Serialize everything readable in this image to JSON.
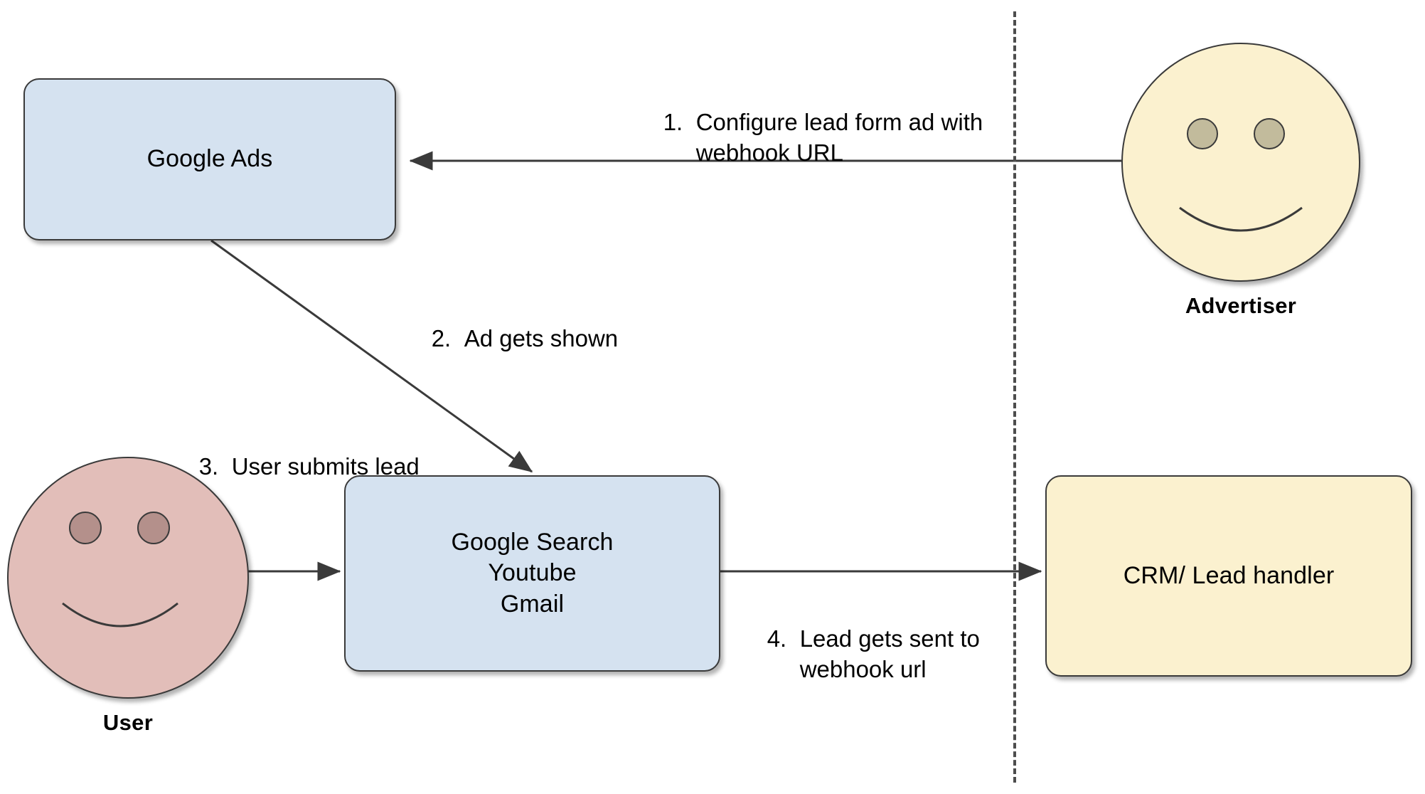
{
  "diagram": {
    "title": "Google Ads lead form webhook flow",
    "colors": {
      "box_blue": "#d5e2f0",
      "box_cream": "#fbf1cf",
      "face_advertiser": "#fbf1cf",
      "face_user": "#e2beb9",
      "eye_advertiser": "#c2bb9c",
      "eye_user": "#b4908b",
      "stroke": "#3a3a3a",
      "divider": "#4d4d4d",
      "background": "#ffffff"
    },
    "nodes": [
      {
        "id": "google-ads",
        "label": "Google Ads",
        "shape": "rounded-rect",
        "fill": "#d5e2f0"
      },
      {
        "id": "google-surfaces",
        "label": "Google Search\nYoutube\nGmail",
        "shape": "rounded-rect",
        "fill": "#d5e2f0"
      },
      {
        "id": "crm",
        "label": "CRM/ Lead handler",
        "shape": "rounded-rect",
        "fill": "#fbf1cf"
      }
    ],
    "actors": [
      {
        "id": "advertiser",
        "name": "Advertiser",
        "shape": "smiley-circle",
        "fill": "#fbf1cf",
        "eye_fill": "#c2bb9c"
      },
      {
        "id": "user",
        "name": "User",
        "shape": "smiley-circle",
        "fill": "#e2beb9",
        "eye_fill": "#b4908b"
      }
    ],
    "edges": [
      {
        "id": "step-1",
        "number": "1.",
        "text": "Configure lead form ad with\nwebhook URL",
        "from": "advertiser",
        "to": "google-ads",
        "direction": "right-to-left"
      },
      {
        "id": "step-2",
        "number": "2.",
        "text": "Ad gets shown",
        "from": "google-ads",
        "to": "google-surfaces",
        "direction": "diagonal-down-right"
      },
      {
        "id": "step-3",
        "number": "3.",
        "text": "User submits lead",
        "from": "user",
        "to": "google-surfaces",
        "direction": "left-to-right"
      },
      {
        "id": "step-4",
        "number": "4.",
        "text": "Lead gets sent to\nwebhook url",
        "from": "google-surfaces",
        "to": "crm",
        "direction": "left-to-right"
      }
    ],
    "divider": {
      "id": "vertical-divider",
      "style": "dashed",
      "orientation": "vertical"
    }
  }
}
